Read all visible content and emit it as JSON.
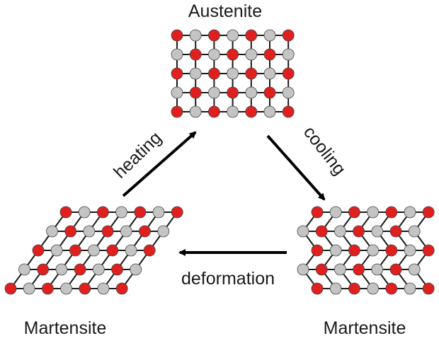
{
  "labels": {
    "top": "Austenite",
    "left": "Martensite",
    "right": "Martensite",
    "heating": "heating",
    "cooling": "cooling",
    "deformation": "deformation"
  },
  "colors": {
    "red_atom": "#e01f1f",
    "gray_atom": "#c4c4c4",
    "bond": "#1a1a1a",
    "atom_stroke": "#444444",
    "arrow": "#000000"
  },
  "lattices": {
    "austenite": {
      "rows": [
        [
          "R",
          "G",
          "R",
          "G",
          "R",
          "G",
          "R"
        ],
        [
          "G",
          "R",
          "G",
          "R",
          "G",
          "R",
          "G"
        ],
        [
          "R",
          "G",
          "R",
          "G",
          "R",
          "G",
          "R"
        ],
        [
          "G",
          "R",
          "G",
          "R",
          "G",
          "R",
          "G"
        ],
        [
          "R",
          "G",
          "R",
          "G",
          "R",
          "G",
          "R"
        ]
      ]
    },
    "martensite_left": {
      "rows": [
        [
          "R",
          "G",
          "R",
          "G",
          "R",
          "G",
          "R"
        ],
        [
          "G",
          "R",
          "G",
          "R",
          "G",
          "R",
          "G"
        ],
        [
          "R",
          "G",
          "R",
          "G",
          "R",
          "G",
          "R"
        ],
        [
          "G",
          "R",
          "G",
          "R",
          "G",
          "R",
          "G"
        ],
        [
          "R",
          "G",
          "R",
          "G",
          "R",
          "G",
          "R"
        ]
      ]
    },
    "martensite_right": {
      "rows": [
        [
          "R",
          "G",
          "R",
          "G",
          "R",
          "G",
          "R"
        ],
        [
          "G",
          "R",
          "G",
          "R",
          "G",
          "R",
          "G"
        ],
        [
          "R",
          "G",
          "R",
          "G",
          "R",
          "G",
          "R"
        ],
        [
          "G",
          "R",
          "G",
          "R",
          "G",
          "R",
          "G"
        ],
        [
          "R",
          "G",
          "R",
          "G",
          "R",
          "G",
          "R"
        ]
      ]
    }
  }
}
